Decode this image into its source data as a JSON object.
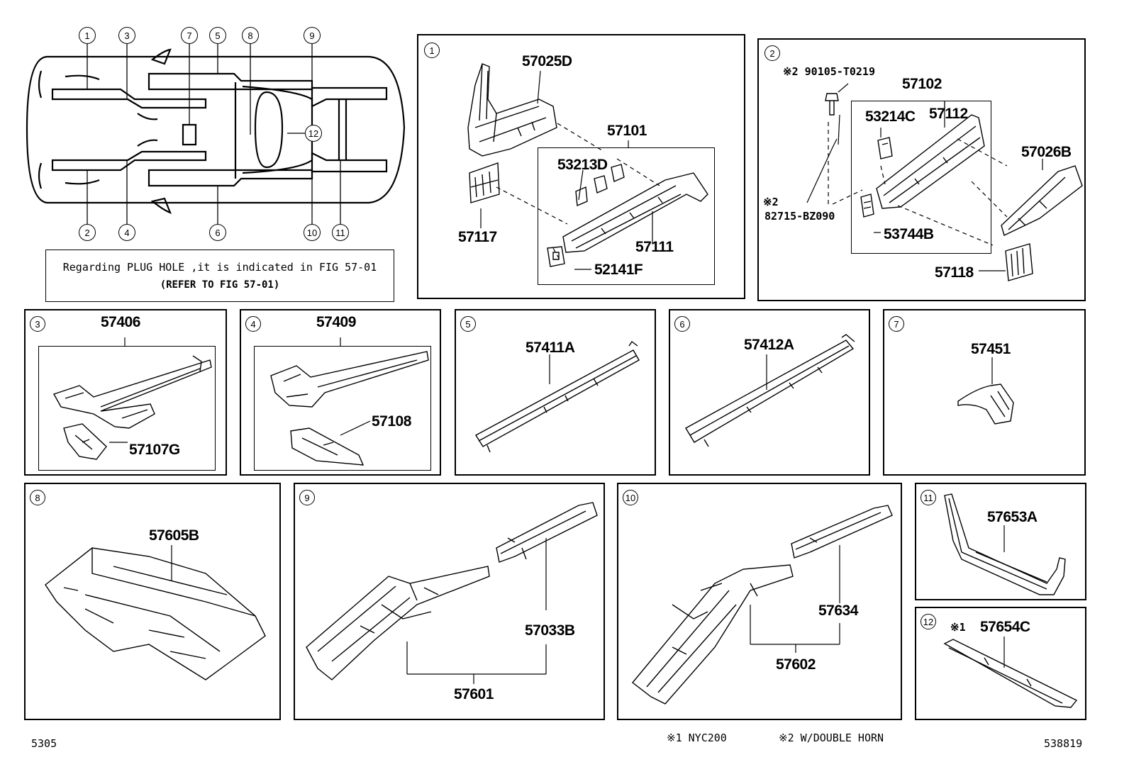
{
  "overview": {
    "callouts": [
      "1",
      "2",
      "3",
      "4",
      "5",
      "6",
      "7",
      "8",
      "9",
      "10",
      "11",
      "12"
    ]
  },
  "note": {
    "line1": "Regarding PLUG HOLE ,it is indicated in FIG 57-01",
    "line2": "(REFER TO FIG 57-01)"
  },
  "panels": {
    "p1": {
      "num": "1",
      "labels": {
        "a": "57025D",
        "b": "57101",
        "c": "53213D",
        "d": "57117",
        "e": "57111",
        "f": "52141F"
      }
    },
    "p2": {
      "num": "2",
      "labels": {
        "a": "※2 90105-T0219",
        "b": "57102",
        "c": "53214C",
        "d": "57112",
        "e": "57026B",
        "f": "※2",
        "g": "82715-BZ090",
        "h": "53744B",
        "i": "57118"
      }
    },
    "p3": {
      "num": "3",
      "labels": {
        "a": "57406",
        "b": "57107G"
      }
    },
    "p4": {
      "num": "4",
      "labels": {
        "a": "57409",
        "b": "57108"
      }
    },
    "p5": {
      "num": "5",
      "labels": {
        "a": "57411A"
      }
    },
    "p6": {
      "num": "6",
      "labels": {
        "a": "57412A"
      }
    },
    "p7": {
      "num": "7",
      "labels": {
        "a": "57451"
      }
    },
    "p8": {
      "num": "8",
      "labels": {
        "a": "57605B"
      }
    },
    "p9": {
      "num": "9",
      "labels": {
        "a": "57033B",
        "b": "57601"
      }
    },
    "p10": {
      "num": "10",
      "labels": {
        "a": "57634",
        "b": "57602"
      }
    },
    "p11": {
      "num": "11",
      "labels": {
        "a": "57653A"
      }
    },
    "p12": {
      "num": "12",
      "labels": {
        "a": "※1",
        "b": "57654C"
      }
    }
  },
  "footer": {
    "left": "5305",
    "note1": "※1 NYC200",
    "note2": "※2  W/DOUBLE HORN",
    "right": "538819"
  }
}
